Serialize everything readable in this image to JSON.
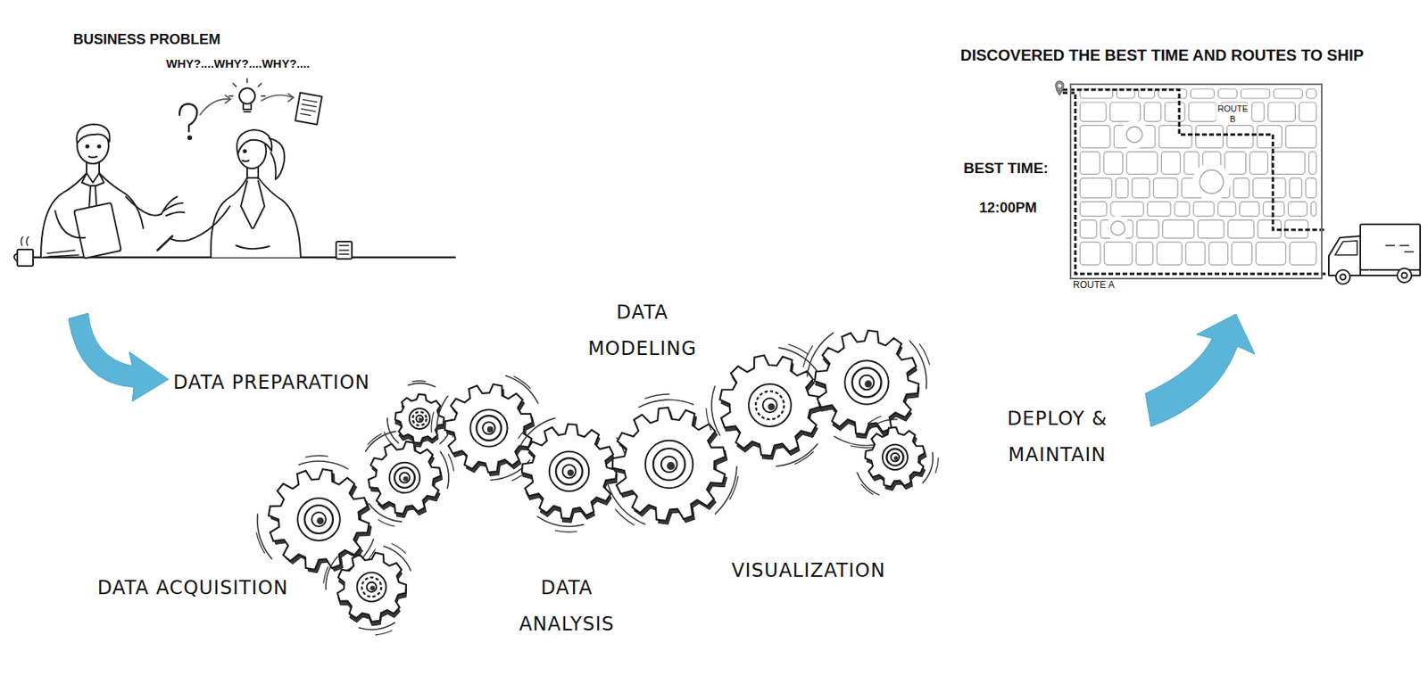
{
  "diagram": {
    "nodes": [
      {
        "text": [
          "ROUTE B",
          "ROUTE A"
        ]
      }
    ],
    "labels": [
      "BUSINESS PROBLEM",
      "WHY?....WHY?....WHY?....",
      "DISCOVERED THE BEST TIME AND ROUTES TO SHIP",
      "BEST TIME:",
      "12:00PM",
      "DATA MODELING",
      "DATA PREPARATION",
      "DEPLOY & MAINTAIN",
      "VISUALIZATION",
      "DATA ACQUISITION",
      "DATA ANALYSIS"
    ]
  }
}
